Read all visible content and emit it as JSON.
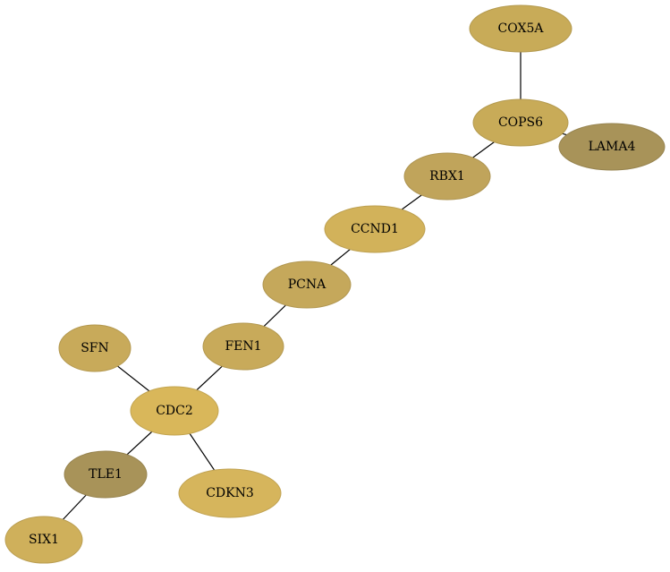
{
  "graph": {
    "type": "network",
    "nodes": [
      {
        "id": "COX5A",
        "label": "COX5A",
        "color": "#c8ab58"
      },
      {
        "id": "COPS6",
        "label": "COPS6",
        "color": "#c8ab58"
      },
      {
        "id": "LAMA4",
        "label": "LAMA4",
        "color": "#a89359"
      },
      {
        "id": "RBX1",
        "label": "RBX1",
        "color": "#c0a45b"
      },
      {
        "id": "CCND1",
        "label": "CCND1",
        "color": "#d2b25a"
      },
      {
        "id": "PCNA",
        "label": "PCNA",
        "color": "#c5a85b"
      },
      {
        "id": "FEN1",
        "label": "FEN1",
        "color": "#c8aa5a"
      },
      {
        "id": "SFN",
        "label": "SFN",
        "color": "#c8aa5a"
      },
      {
        "id": "CDC2",
        "label": "CDC2",
        "color": "#d9b75a"
      },
      {
        "id": "TLE1",
        "label": "TLE1",
        "color": "#a89359"
      },
      {
        "id": "CDKN3",
        "label": "CDKN3",
        "color": "#d6b55c"
      },
      {
        "id": "SIX1",
        "label": "SIX1",
        "color": "#cfb05b"
      }
    ],
    "edges": [
      [
        "COX5A",
        "COPS6"
      ],
      [
        "COPS6",
        "LAMA4"
      ],
      [
        "COPS6",
        "RBX1"
      ],
      [
        "RBX1",
        "CCND1"
      ],
      [
        "CCND1",
        "PCNA"
      ],
      [
        "PCNA",
        "FEN1"
      ],
      [
        "FEN1",
        "CDC2"
      ],
      [
        "SFN",
        "CDC2"
      ],
      [
        "CDC2",
        "TLE1"
      ],
      [
        "CDC2",
        "CDKN3"
      ],
      [
        "TLE1",
        "SIX1"
      ]
    ]
  }
}
